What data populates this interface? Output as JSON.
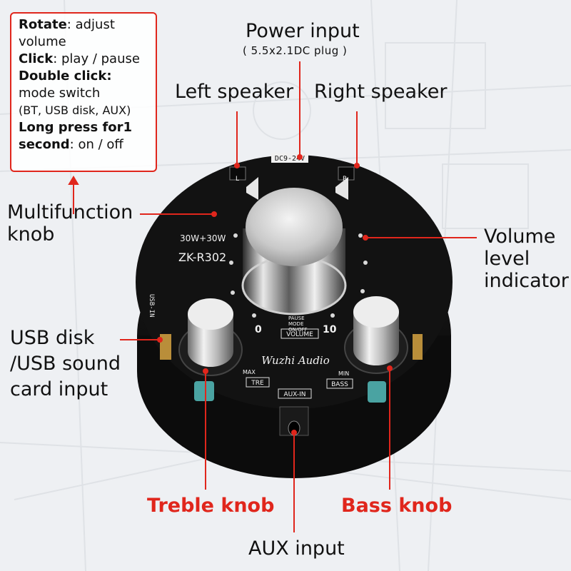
{
  "callout": {
    "rotate_key": "Rotate",
    "rotate_val": ": adjust",
    "rotate_val2": "volume",
    "click_key": "Click",
    "click_val": ": play / pause",
    "dbl_key": "Double click",
    "dbl_colon": ":",
    "dbl_val": "mode switch",
    "dbl_modes": "(BT, USB disk, AUX)",
    "long_key": "Long press for1",
    "long_key2": "second",
    "long_val": ": on / off"
  },
  "labels": {
    "power_input": "Power input",
    "power_plug": "( 5.5x2.1DC plug )",
    "left_speaker": "Left speaker",
    "right_speaker": "Right speaker",
    "multifunction_1": "Multifunction",
    "multifunction_2": "knob",
    "volume_1": "Volume",
    "volume_2": "level",
    "volume_3": "indicator",
    "usb_1": "USB disk",
    "usb_2": "/USB sound",
    "usb_3": "card input",
    "treble": "Treble knob",
    "bass": "Bass knob",
    "aux": "AUX input"
  },
  "board": {
    "power_rating": "30W+30W",
    "model": "ZK-R302",
    "dc_label": "DC9-24V",
    "scale_min": "0",
    "scale_max": "10",
    "pause_legend": "PAUSE",
    "mode_legend": "MODE",
    "onoff_legend": "ON/OFF",
    "volume_label": "VOLUME",
    "brand": "Wuzhi Audio",
    "treble_max": "MAX",
    "treble_label": "TRE",
    "bass_min": "MIN",
    "bass_label": "BASS",
    "aux_label": "AUX-IN",
    "usb_label": "USB-IN",
    "left_ch": "L",
    "right_ch": "R"
  },
  "colors": {
    "accent_red": "#e0261c",
    "board": "#101010",
    "silver": "#c9cbcd"
  }
}
